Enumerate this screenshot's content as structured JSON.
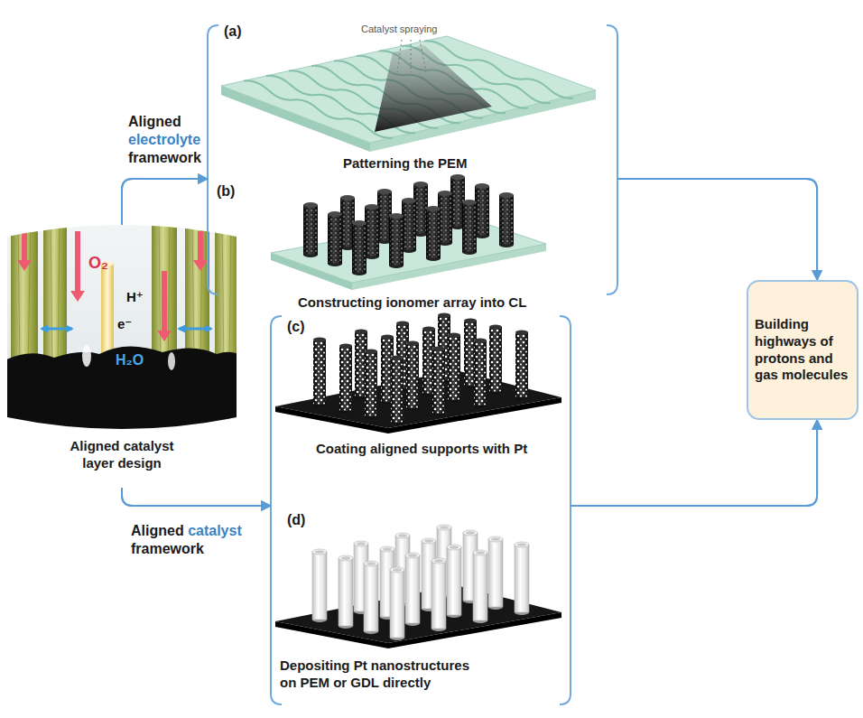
{
  "diagram": {
    "nodes": [
      {
        "text": [
          "Aligned catalyst layer design"
        ]
      },
      {
        "text": [
          "(a)",
          "Catalyst spraying",
          "Patterning the PEM"
        ]
      },
      {
        "text": [
          "(b)",
          "Constructing ionomer array into CL"
        ]
      },
      {
        "text": [
          "(c)",
          "Coating aligned supports with Pt"
        ]
      },
      {
        "text": [
          "(d)",
          "Depositing Pt nanostructures on PEM or GDL directly"
        ]
      },
      {
        "text": [
          "Building highways of protons and gas molecules"
        ]
      }
    ],
    "edges": [
      {
        "from": 0,
        "to": 1,
        "arrow": "to",
        "label": "Aligned electrolyte framework"
      },
      {
        "from": 0,
        "to": 2,
        "arrow": "to"
      },
      {
        "from": 0,
        "to": 3,
        "arrow": "to",
        "label": "Aligned catalyst framework"
      },
      {
        "from": 0,
        "to": 4,
        "arrow": "to"
      },
      {
        "from": 1,
        "to": 5,
        "arrow": "to"
      },
      {
        "from": 2,
        "to": 5,
        "arrow": "to"
      },
      {
        "from": 3,
        "to": 5,
        "arrow": "to"
      },
      {
        "from": 4,
        "to": 5,
        "arrow": "to"
      }
    ],
    "labels": [
      "O₂",
      "H⁺",
      "e⁻",
      "H₂O"
    ]
  }
}
